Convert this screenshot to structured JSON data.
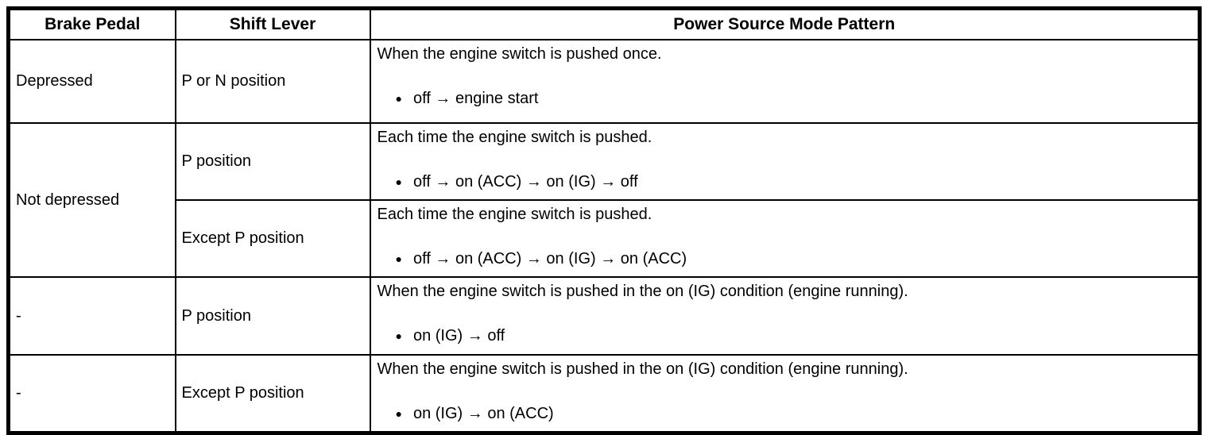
{
  "table": {
    "bullet": "●",
    "headers": {
      "brake_pedal": "Brake Pedal",
      "shift_lever": "Shift Lever",
      "power_source_mode_pattern": "Power Source Mode Pattern"
    },
    "rows": [
      {
        "brake_pedal": "Depressed",
        "shift_lever": "P or N position",
        "pattern_desc": "When the engine switch is pushed once.",
        "pattern_seq": "off → engine start"
      },
      {
        "brake_pedal": "Not depressed",
        "shift_lever": "P position",
        "pattern_desc": "Each time the engine switch is pushed.",
        "pattern_seq": "off → on (ACC) → on (IG) → off"
      },
      {
        "shift_lever": "Except P position",
        "pattern_desc": "Each time the engine switch is pushed.",
        "pattern_seq": "off → on (ACC) → on (IG) → on (ACC)"
      },
      {
        "brake_pedal": "-",
        "shift_lever": "P position",
        "pattern_desc": "When the engine switch is pushed in the on (IG) condition (engine running).",
        "pattern_seq": "on (IG) → off"
      },
      {
        "brake_pedal": "-",
        "shift_lever": "Except P position",
        "pattern_desc": "When the engine switch is pushed in the on (IG) condition (engine running).",
        "pattern_seq": "on (IG) → on (ACC)"
      }
    ]
  }
}
